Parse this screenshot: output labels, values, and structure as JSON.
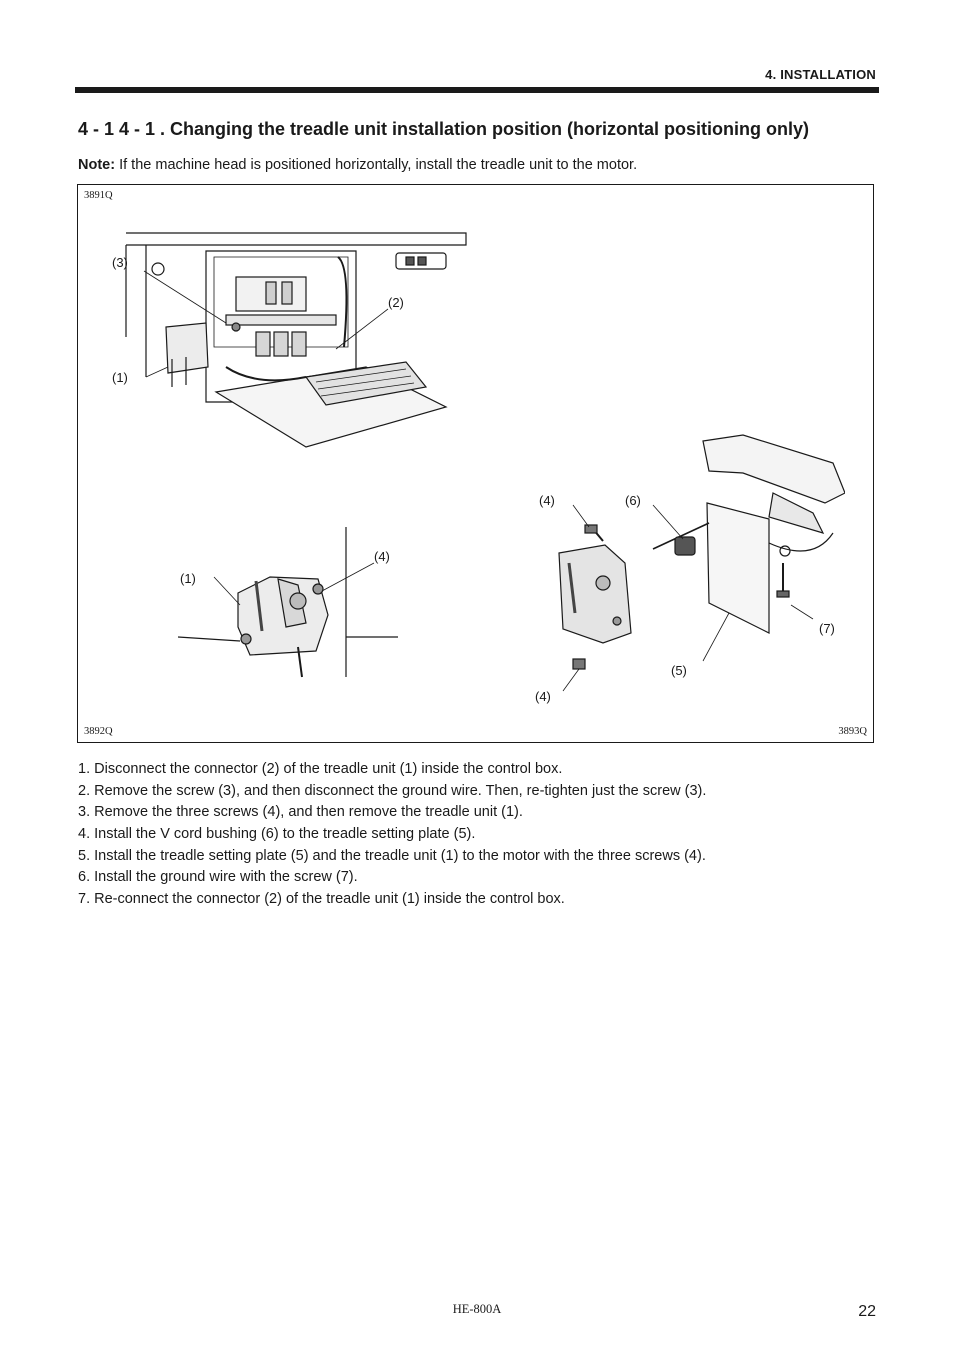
{
  "header": {
    "section_label": "4. INSTALLATION"
  },
  "section": {
    "title": "4 - 1 4 - 1 . Changing the treadle unit installation position (horizontal positioning only)"
  },
  "note": {
    "label": "Note:",
    "text": " If the machine head is positioned horizontally, install the treadle unit to the motor."
  },
  "figure": {
    "codes": {
      "top_left": "3891Q",
      "bottom_left": "3892Q",
      "bottom_right": "3893Q"
    },
    "callouts": {
      "a3": "(3)",
      "a2": "(2)",
      "a1": "(1)",
      "b1": "(1)",
      "b4": "(4)",
      "c4a": "(4)",
      "c6": "(6)",
      "c5": "(5)",
      "c7": "(7)",
      "c4b": "(4)"
    }
  },
  "steps": [
    "1. Disconnect the connector (2) of the treadle unit (1) inside the control box.",
    "2. Remove the screw (3), and then disconnect the ground wire. Then, re-tighten just the screw (3).",
    "3. Remove the three screws (4), and then remove the treadle unit (1).",
    "4. Install the V cord bushing (6) to the treadle setting plate (5).",
    "5. Install the treadle setting plate (5) and the treadle unit (1) to the motor with the three screws (4).",
    "6. Install the ground wire with the screw (7).",
    "7. Re-connect the connector (2) of the treadle unit (1) inside the control box."
  ],
  "footer": {
    "model": "HE-800A",
    "page_number": "22"
  }
}
